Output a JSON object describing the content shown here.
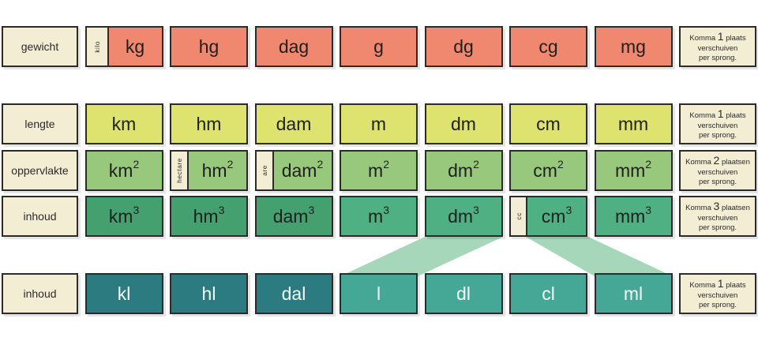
{
  "title": "metric units conversion table",
  "colors": {
    "weight_row": "#f0886f",
    "length_row": "#dde36e",
    "area_row": "#98c87c",
    "volume_row_large": "#44a06f",
    "volume_row_small": "#4fb084",
    "capacity_row_large": "#2c7b80",
    "capacity_row_small": "#45a795",
    "label_box": "#f2edd3",
    "fan": "#a6d7ba",
    "border": "#2b2b2b"
  },
  "rows": [
    {
      "category": "gewicht",
      "units": [
        {
          "base": "kg",
          "prefix": "kilo"
        },
        {
          "base": "hg"
        },
        {
          "base": "dag"
        },
        {
          "base": "g"
        },
        {
          "base": "dg"
        },
        {
          "base": "cg"
        },
        {
          "base": "mg"
        }
      ],
      "note": {
        "lead": "Komma",
        "number": "1",
        "word": "plaats",
        "line2": "verschuiven",
        "line3": "per sprong."
      }
    },
    {
      "category": "lengte",
      "units": [
        {
          "base": "km"
        },
        {
          "base": "hm"
        },
        {
          "base": "dam"
        },
        {
          "base": "m"
        },
        {
          "base": "dm"
        },
        {
          "base": "cm"
        },
        {
          "base": "mm"
        }
      ],
      "note": {
        "lead": "Komma",
        "number": "1",
        "word": "plaats",
        "line2": "verschuiven",
        "line3": "per sprong."
      }
    },
    {
      "category": "oppervlakte",
      "units": [
        {
          "base": "km",
          "sup": "2"
        },
        {
          "base": "hm",
          "sup": "2",
          "prefix": "hectare"
        },
        {
          "base": "dam",
          "sup": "2",
          "prefix": "are"
        },
        {
          "base": "m",
          "sup": "2"
        },
        {
          "base": "dm",
          "sup": "2"
        },
        {
          "base": "cm",
          "sup": "2"
        },
        {
          "base": "mm",
          "sup": "2"
        }
      ],
      "note": {
        "lead": "Komma",
        "number": "2",
        "word": "plaatsen",
        "line2": "verschuiven",
        "line3": "per sprong."
      }
    },
    {
      "category": "inhoud",
      "units": [
        {
          "base": "km",
          "sup": "3"
        },
        {
          "base": "hm",
          "sup": "3"
        },
        {
          "base": "dam",
          "sup": "3"
        },
        {
          "base": "m",
          "sup": "3"
        },
        {
          "base": "dm",
          "sup": "3"
        },
        {
          "base": "cm",
          "sup": "3",
          "prefix": "cc"
        },
        {
          "base": "mm",
          "sup": "3"
        }
      ],
      "note": {
        "lead": "Komma",
        "number": "3",
        "word": "plaatsen",
        "line2": "verschuiven",
        "line3": "per sprong."
      }
    },
    {
      "category": "inhoud",
      "units": [
        {
          "base": "kl"
        },
        {
          "base": "hl"
        },
        {
          "base": "dal"
        },
        {
          "base": "l"
        },
        {
          "base": "dl"
        },
        {
          "base": "cl"
        },
        {
          "base": "ml"
        }
      ],
      "note": {
        "lead": "Komma",
        "number": "1",
        "word": "plaats",
        "line2": "verschuiven",
        "line3": "per sprong."
      }
    }
  ]
}
